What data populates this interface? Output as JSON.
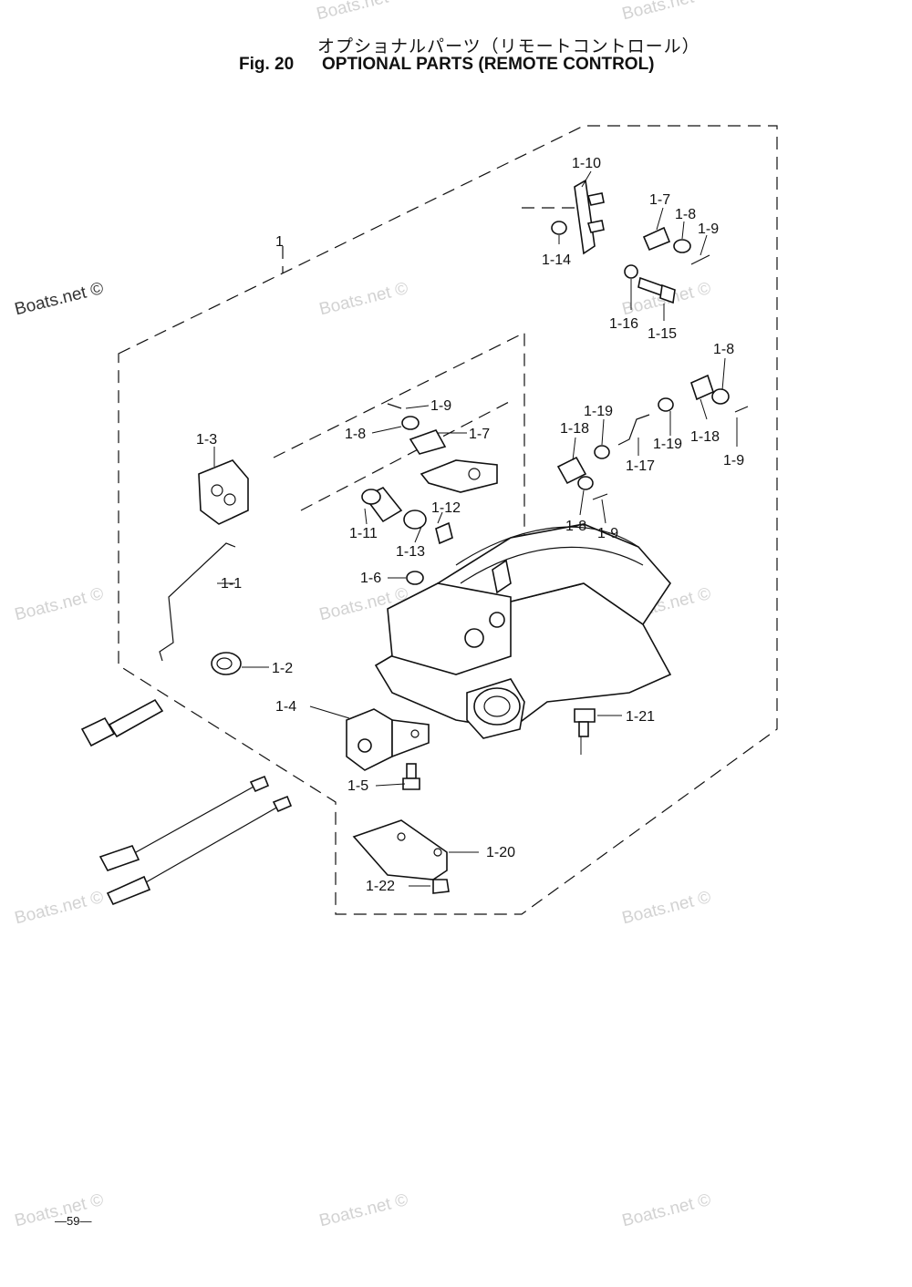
{
  "header": {
    "title_jp": "オプショナルパーツ（リモートコントロール）",
    "fig_label": "Fig. 20",
    "title_en": "OPTIONAL PARTS (REMOTE CONTROL)"
  },
  "watermarks": [
    "Boats.net ©",
    "Boats.net ©",
    "Boats.net ©",
    "Boats.net ©",
    "Boats.net ©",
    "Boats.net ©",
    "Boats.net ©",
    "Boats.net ©",
    "Boats.net ©",
    "Boats.net ©",
    "Boats.net ©",
    "Boats.net ©",
    "Boats.net ©"
  ],
  "callouts": {
    "c_1": "1",
    "c_1_1": "1-1",
    "c_1_2": "1-2",
    "c_1_3": "1-3",
    "c_1_4": "1-4",
    "c_1_5": "1-5",
    "c_1_6": "1-6",
    "c_1_7a": "1-7",
    "c_1_7b": "1-7",
    "c_1_8a": "1-8",
    "c_1_8b": "1-8",
    "c_1_8c": "1-8",
    "c_1_8d": "1-8",
    "c_1_9a": "1-9",
    "c_1_9b": "1-9",
    "c_1_9c": "1-9",
    "c_1_9d": "1-9",
    "c_1_10": "1-10",
    "c_1_11": "1-11",
    "c_1_12": "1-12",
    "c_1_13": "1-13",
    "c_1_14": "1-14",
    "c_1_15": "1-15",
    "c_1_16": "1-16",
    "c_1_17": "1-17",
    "c_1_18a": "1-18",
    "c_1_18b": "1-18",
    "c_1_19a": "1-19",
    "c_1_19b": "1-19",
    "c_1_20": "1-20",
    "c_1_21": "1-21",
    "c_1_22": "1-22"
  },
  "footer": {
    "page_number": "—59—"
  }
}
